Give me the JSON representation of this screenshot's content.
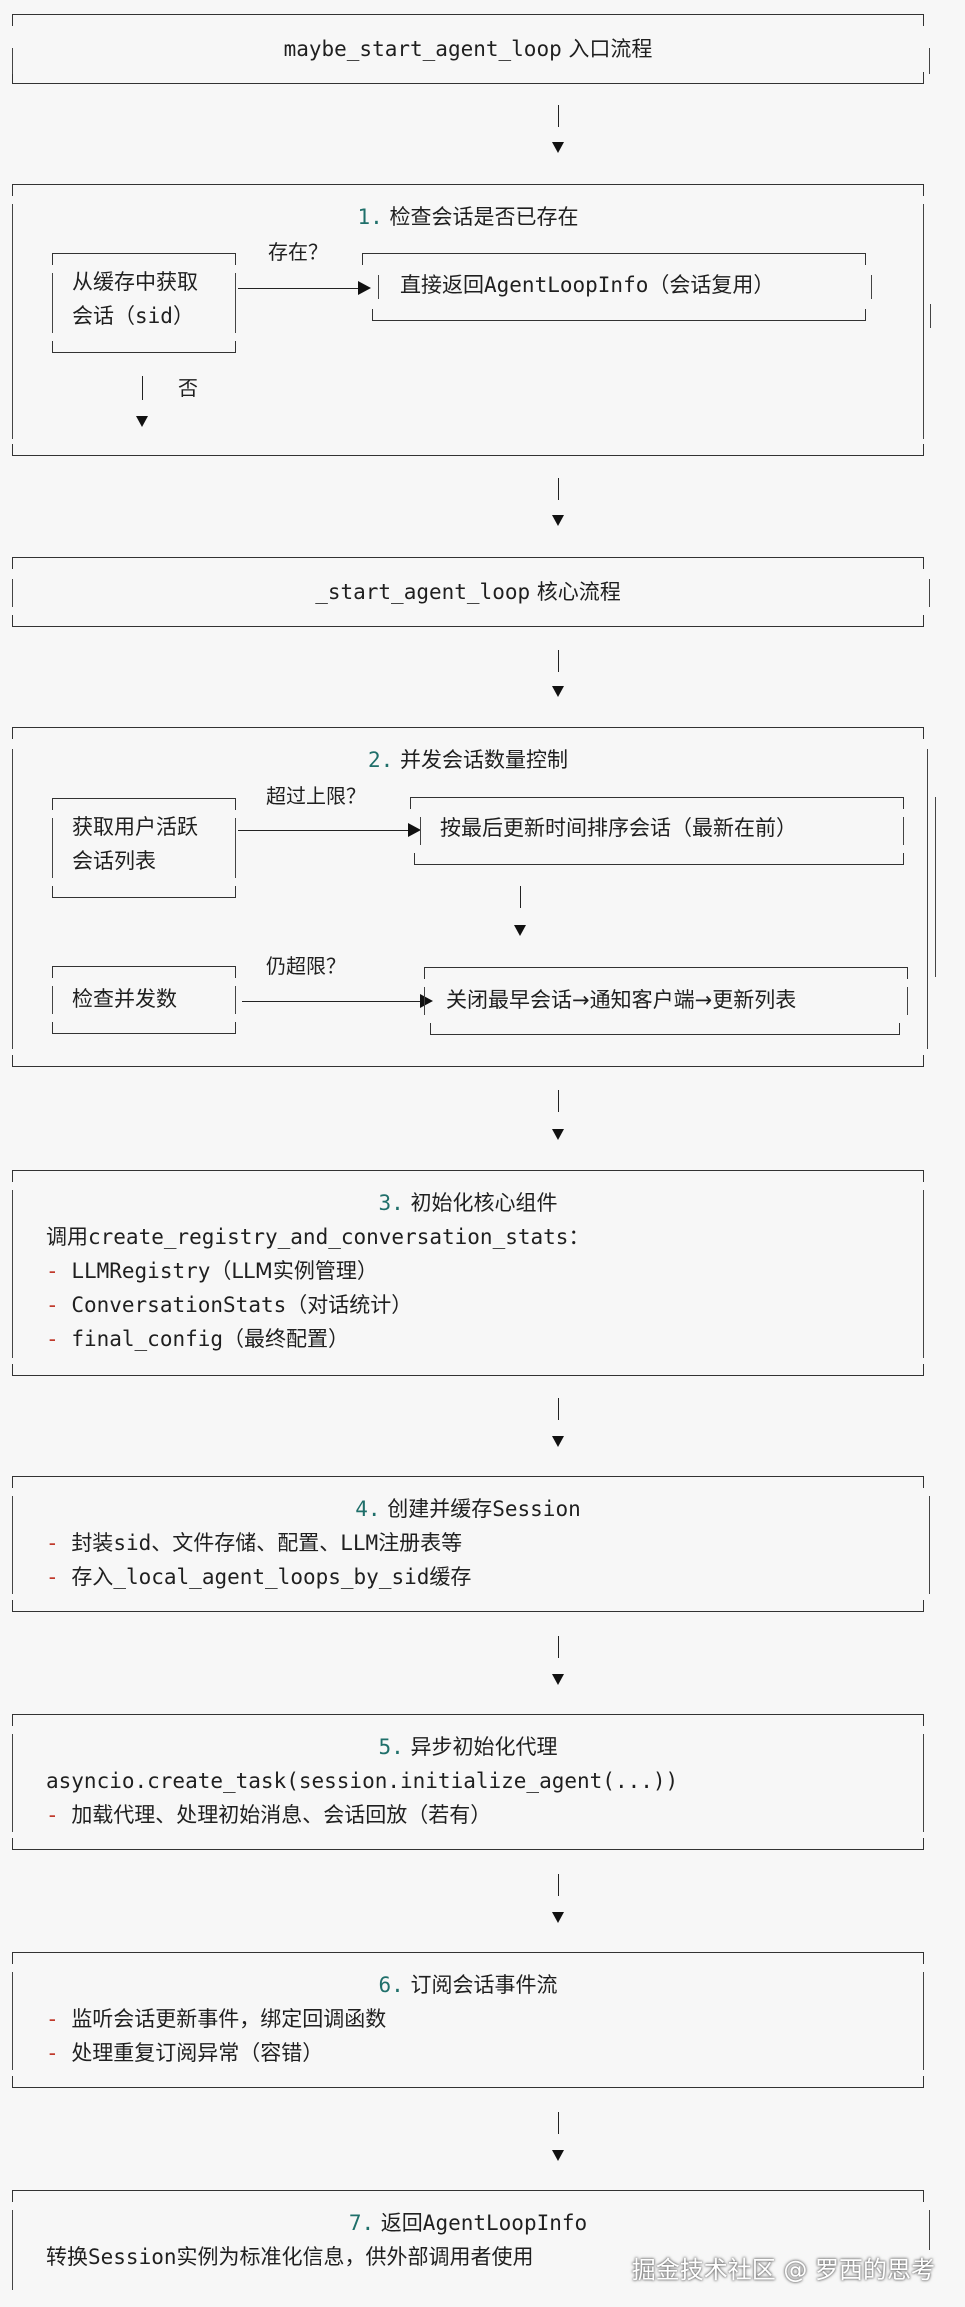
{
  "entry": {
    "code": "maybe_start_agent_loop",
    "text": " 入口流程"
  },
  "step1": {
    "num": "1.",
    "title": " 检查会话是否已存在",
    "cache_line1": "从缓存中获取",
    "cache_line2_a": "会话（",
    "cache_line2_b": "sid",
    "cache_line2_c": "）",
    "exists_label": "存在？",
    "return_a": "直接返回",
    "return_b": "AgentLoopInfo",
    "return_c": "（会话复用）",
    "no_label": "否"
  },
  "core": {
    "code": "_start_agent_loop",
    "text": " 核心流程"
  },
  "step2": {
    "num": "2.",
    "title": " 并发会话数量控制",
    "get_line1": "获取用户活跃",
    "get_line2": "会话列表",
    "over_label": "超过上限？",
    "sort_text": "按最后更新时间排序会话（最新在前）",
    "check_text": "检查并发数",
    "still_label": "仍超限？",
    "close_text": "关闭最早会话→通知客户端→更新列表"
  },
  "step3": {
    "num": "3.",
    "title": " 初始化核心组件",
    "line1_a": "调用",
    "line1_b": "create_registry_and_conversation_stats",
    "line1_c": "：",
    "items": [
      {
        "code": "LLMRegistry",
        "text": "（LLM实例管理）"
      },
      {
        "code": "ConversationStats",
        "text": "（对话统计）"
      },
      {
        "code": "final_config",
        "text": "（最终配置）"
      }
    ]
  },
  "step4": {
    "num": "4.",
    "title_a": " 创建并缓存",
    "title_b": "Session",
    "item1_a": "封装",
    "item1_b": "sid",
    "item1_c": "、文件存储、配置、",
    "item1_d": "LLM",
    "item1_e": "注册表等",
    "item2_a": "存入",
    "item2_b": "_local_agent_loops_by_sid",
    "item2_c": "缓存"
  },
  "step5": {
    "num": "5.",
    "title": " 异步初始化代理",
    "code_line": "asyncio.create_task(session.initialize_agent(...))",
    "item": "加载代理、处理初始消息、会话回放（若有）"
  },
  "step6": {
    "num": "6.",
    "title": " 订阅会话事件流",
    "item1": "监听会话更新事件，绑定回调函数",
    "item2": "处理重复订阅异常（容错）"
  },
  "step7": {
    "num": "7.",
    "title_a": " 返回",
    "title_b": "AgentLoopInfo",
    "line_a": "转换",
    "line_b": "Session",
    "line_c": "实例为标准化信息，供外部调用者使用"
  },
  "dash_mark": "-",
  "watermark": "掘金技术社区 @ 罗西的思考"
}
